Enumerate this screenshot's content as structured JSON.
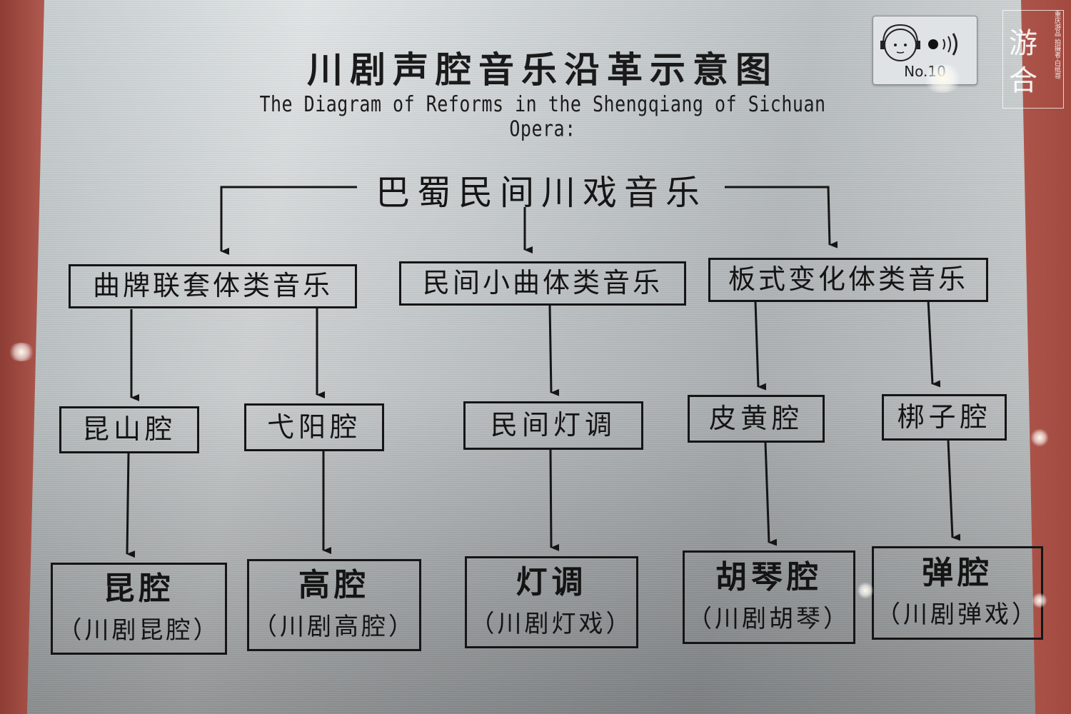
{
  "plaque": {
    "title_cn": "川剧声腔音乐沿革示意图",
    "title_en": "The Diagram of Reforms in the Shengqiang of Sichuan Opera:",
    "audio_badge": {
      "icon": "headphones-audio-guide-icon",
      "label": "No.10"
    }
  },
  "watermark": {
    "main": "游合",
    "caption_1": "重庆游品",
    "caption_2": "拍摄者·白纸哥"
  },
  "diagram": {
    "root": "巴蜀民间川戏音乐",
    "level1": [
      {
        "id": "qupai",
        "label": "曲牌联套体类音乐"
      },
      {
        "id": "minjian",
        "label": "民间小曲体类音乐"
      },
      {
        "id": "banshi",
        "label": "板式变化体类音乐"
      }
    ],
    "level2": [
      {
        "id": "kunshan",
        "parent": "qupai",
        "label": "昆山腔"
      },
      {
        "id": "yiyang",
        "parent": "qupai",
        "label": "弋阳腔"
      },
      {
        "id": "dengdiao",
        "parent": "minjian",
        "label": "民间灯调"
      },
      {
        "id": "pihuang",
        "parent": "banshi",
        "label": "皮黄腔"
      },
      {
        "id": "bangzi",
        "parent": "banshi",
        "label": "梆子腔"
      }
    ],
    "level3": [
      {
        "parent": "kunshan",
        "label": "昆腔",
        "sub": "（川剧昆腔）"
      },
      {
        "parent": "yiyang",
        "label": "高腔",
        "sub": "（川剧高腔）"
      },
      {
        "parent": "dengdiao",
        "label": "灯调",
        "sub": "（川剧灯戏）"
      },
      {
        "parent": "pihuang",
        "label": "胡琴腔",
        "sub": "（川剧胡琴）"
      },
      {
        "parent": "bangzi",
        "label": "弹腔",
        "sub": "（川剧弹戏）"
      }
    ]
  },
  "colors": {
    "ink": "#151515",
    "plate": "#d2d7d9",
    "wall": "#a8534a"
  }
}
